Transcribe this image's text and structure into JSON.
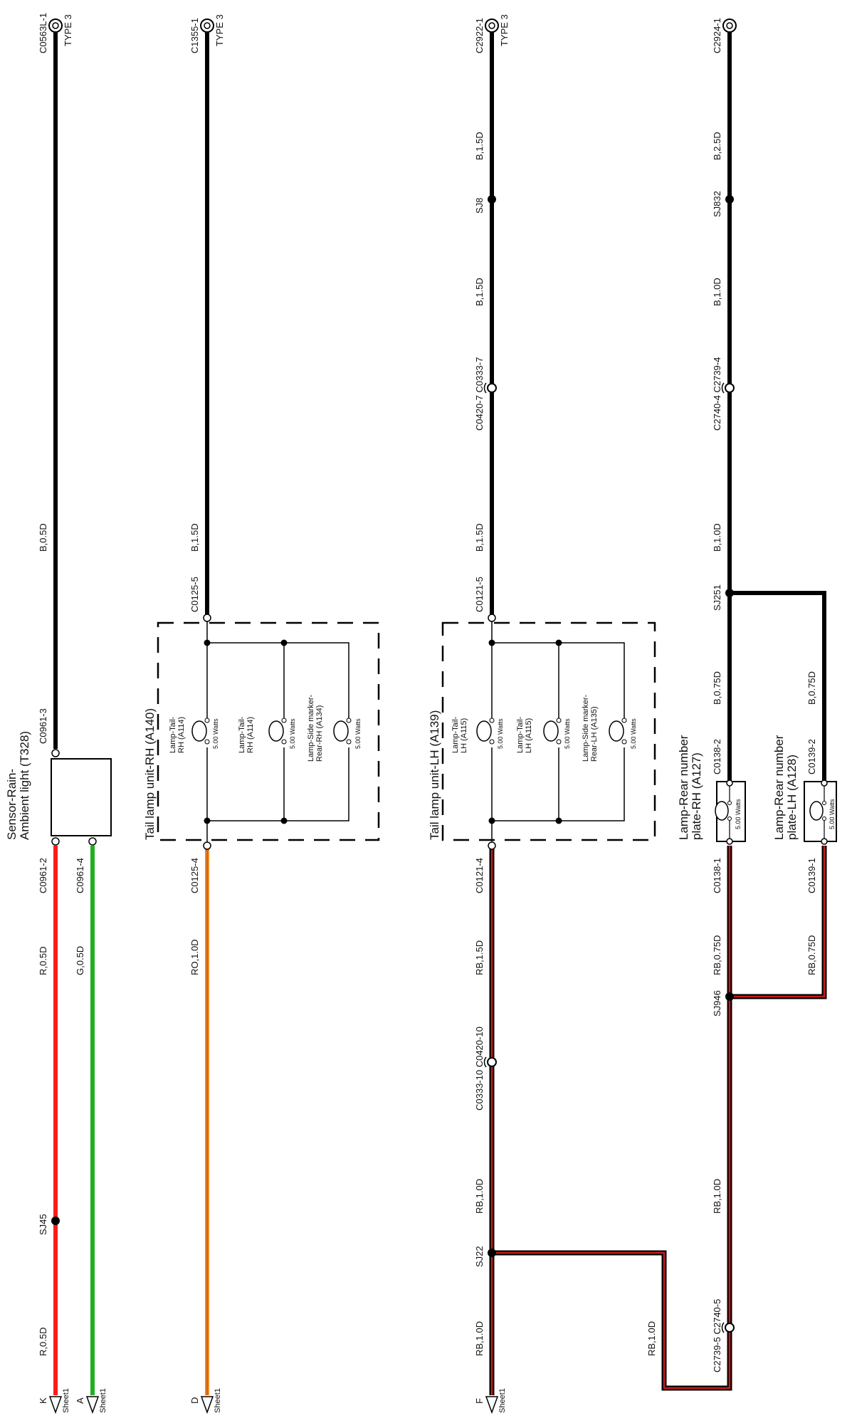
{
  "connectors_top": {
    "c0563": "C0563L-1",
    "c1355": "C1355-1",
    "c2922": "C2922-1",
    "c2924": "C2924-1",
    "type3": "TYPE 3"
  },
  "wires": {
    "b05": "B,0.5D",
    "b15": "B,1.5D",
    "b10": "B,1.0D",
    "b25": "B,2.5D",
    "b075": "B,0.75D",
    "r05": "R,0.5D",
    "g05": "G,0.5D",
    "ro10": "RO,1.0D",
    "rb15": "RB,1.5D",
    "rb10": "RB,1.0D",
    "rb075": "RB,0.75D"
  },
  "splices": {
    "sj8": "SJ8",
    "sj832": "SJ832",
    "sj251": "SJ251",
    "sj946": "SJ946",
    "sj22": "SJ22",
    "sj45": "SJ45"
  },
  "inline_connectors": {
    "c0420_7_c0333_7": "C0420-7 C0333-7",
    "c2740_4_c2739_4": "C2740-4 C2739-4",
    "c0333_10_c0420_10": "C0333-10 C0420-10",
    "c2739_5_c2740_5": "C2739-5 C2740-5"
  },
  "pins": {
    "c0961_3": "C0961-3",
    "c0961_2": "C0961-2",
    "c0961_4": "C0961-4",
    "c0125_5": "C0125-5",
    "c0125_4": "C0125-4",
    "c0121_5": "C0121-5",
    "c0121_4": "C0121-4",
    "c0138_2": "C0138-2",
    "c0138_1": "C0138-1",
    "c0139_2": "C0139-2",
    "c0139_1": "C0139-1"
  },
  "components": {
    "sensor_line1": "Sensor-Rain-",
    "sensor_line2": "Ambient light (T328)",
    "tail_rh": "Tail lamp unit-RH (A140)",
    "tail_lh": "Tail lamp unit-LH (A139)",
    "plate_rh_line1": "Lamp-Rear number",
    "plate_rh_line2": "plate-RH (A127)",
    "plate_lh_line1": "Lamp-Rear number",
    "plate_lh_line2": "plate-LH (A128)"
  },
  "bulbs": {
    "rh1_a": "Lamp-Tail-",
    "rh1_b": "RH (A114)",
    "rh2_a": "Lamp-Tail-",
    "rh2_b": "RH (A114)",
    "rh3_a": "Lamp-Side marker-",
    "rh3_b": "Rear-RH (A134)",
    "lh1_a": "Lamp-Tail-",
    "lh1_b": "LH (A115)",
    "lh2_a": "Lamp-Tail-",
    "lh2_b": "LH (A115)",
    "lh3_a": "Lamp-Side marker-",
    "lh3_b": "Rear-LH (A135)",
    "watts": "5.00 Watts"
  },
  "sheet_refs": {
    "k": "K",
    "a": "A",
    "d": "D",
    "f": "F",
    "sheet": "Sheet1"
  },
  "colors": {
    "black": "#000000",
    "red": "#ff1a1a",
    "green": "#22b022",
    "orange": "#f08a24",
    "dark_red": "#a01010"
  }
}
